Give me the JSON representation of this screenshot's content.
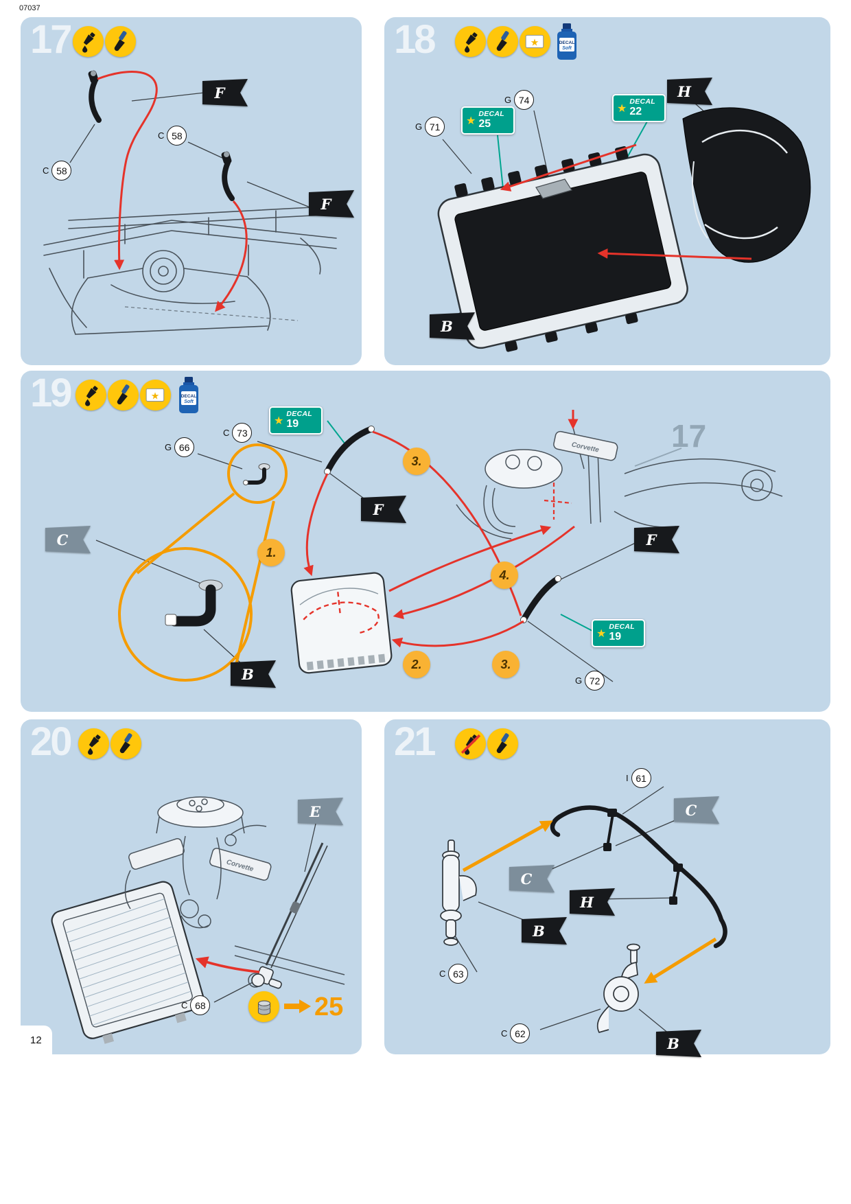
{
  "page": {
    "kit_number": "07037",
    "page_number": "12"
  },
  "colors": {
    "panel_bg": "#c2d7e8",
    "icon_yellow": "#ffc60b",
    "decal_green": "#00a08c",
    "flag_black": "#17191c",
    "flag_gray": "#7d8e9b",
    "arrow_red": "#e5332a",
    "arrow_orange": "#f59c00",
    "step_number": "#edf3f8"
  },
  "step17": {
    "number": "17",
    "callout_left": {
      "letter": "C",
      "value": "58"
    },
    "callout_right": {
      "letter": "C",
      "value": "58"
    },
    "flag_top": {
      "label": "F",
      "color": "#17191c"
    },
    "flag_right": {
      "label": "F",
      "color": "#17191c"
    }
  },
  "step18": {
    "number": "18",
    "callout_g74": {
      "letter": "G",
      "value": "74"
    },
    "callout_g71": {
      "letter": "G",
      "value": "71"
    },
    "decal_top": {
      "label": "DECAL",
      "value": "25"
    },
    "decal_right": {
      "label": "DECAL",
      "value": "22"
    },
    "flag_h": {
      "label": "H",
      "color": "#17191c"
    },
    "flag_b": {
      "label": "B",
      "color": "#17191c"
    },
    "decal_soft": {
      "line1": "DECAL",
      "line2": "Soft"
    }
  },
  "step19": {
    "number": "19",
    "callout_c73": {
      "letter": "C",
      "value": "73"
    },
    "callout_g66": {
      "letter": "G",
      "value": "66"
    },
    "callout_g72": {
      "letter": "G",
      "value": "72"
    },
    "decal_top": {
      "label": "DECAL",
      "value": "19"
    },
    "decal_right": {
      "label": "DECAL",
      "value": "19"
    },
    "flag_f_mid": {
      "label": "F",
      "color": "#17191c"
    },
    "flag_f_right": {
      "label": "F",
      "color": "#17191c"
    },
    "flag_c": {
      "label": "C",
      "color": "#7d8e9b"
    },
    "flag_b": {
      "label": "B",
      "color": "#17191c"
    },
    "seq": {
      "s1": "1.",
      "s2": "2.",
      "s3a": "3.",
      "s3b": "3.",
      "s4": "4."
    },
    "reference_step": "17",
    "engine_label": "Corvette",
    "decal_soft": {
      "line1": "DECAL",
      "line2": "Soft"
    }
  },
  "step20": {
    "number": "20",
    "callout_c68": {
      "letter": "C",
      "value": "68"
    },
    "flag_e": {
      "label": "E",
      "color": "#7d8e9b"
    },
    "paint_ref": "25",
    "engine_label": "Corvette"
  },
  "step21": {
    "number": "21",
    "callout_i61": {
      "letter": "I",
      "value": "61"
    },
    "callout_c63": {
      "letter": "C",
      "value": "63"
    },
    "callout_c62": {
      "letter": "C",
      "value": "62"
    },
    "flag_c_top": {
      "label": "C",
      "color": "#7d8e9b"
    },
    "flag_c_mid": {
      "label": "C",
      "color": "#7d8e9b"
    },
    "flag_h": {
      "label": "H",
      "color": "#17191c"
    },
    "flag_b_mid": {
      "label": "B",
      "color": "#17191c"
    },
    "flag_b_bottom": {
      "label": "B",
      "color": "#17191c"
    }
  }
}
